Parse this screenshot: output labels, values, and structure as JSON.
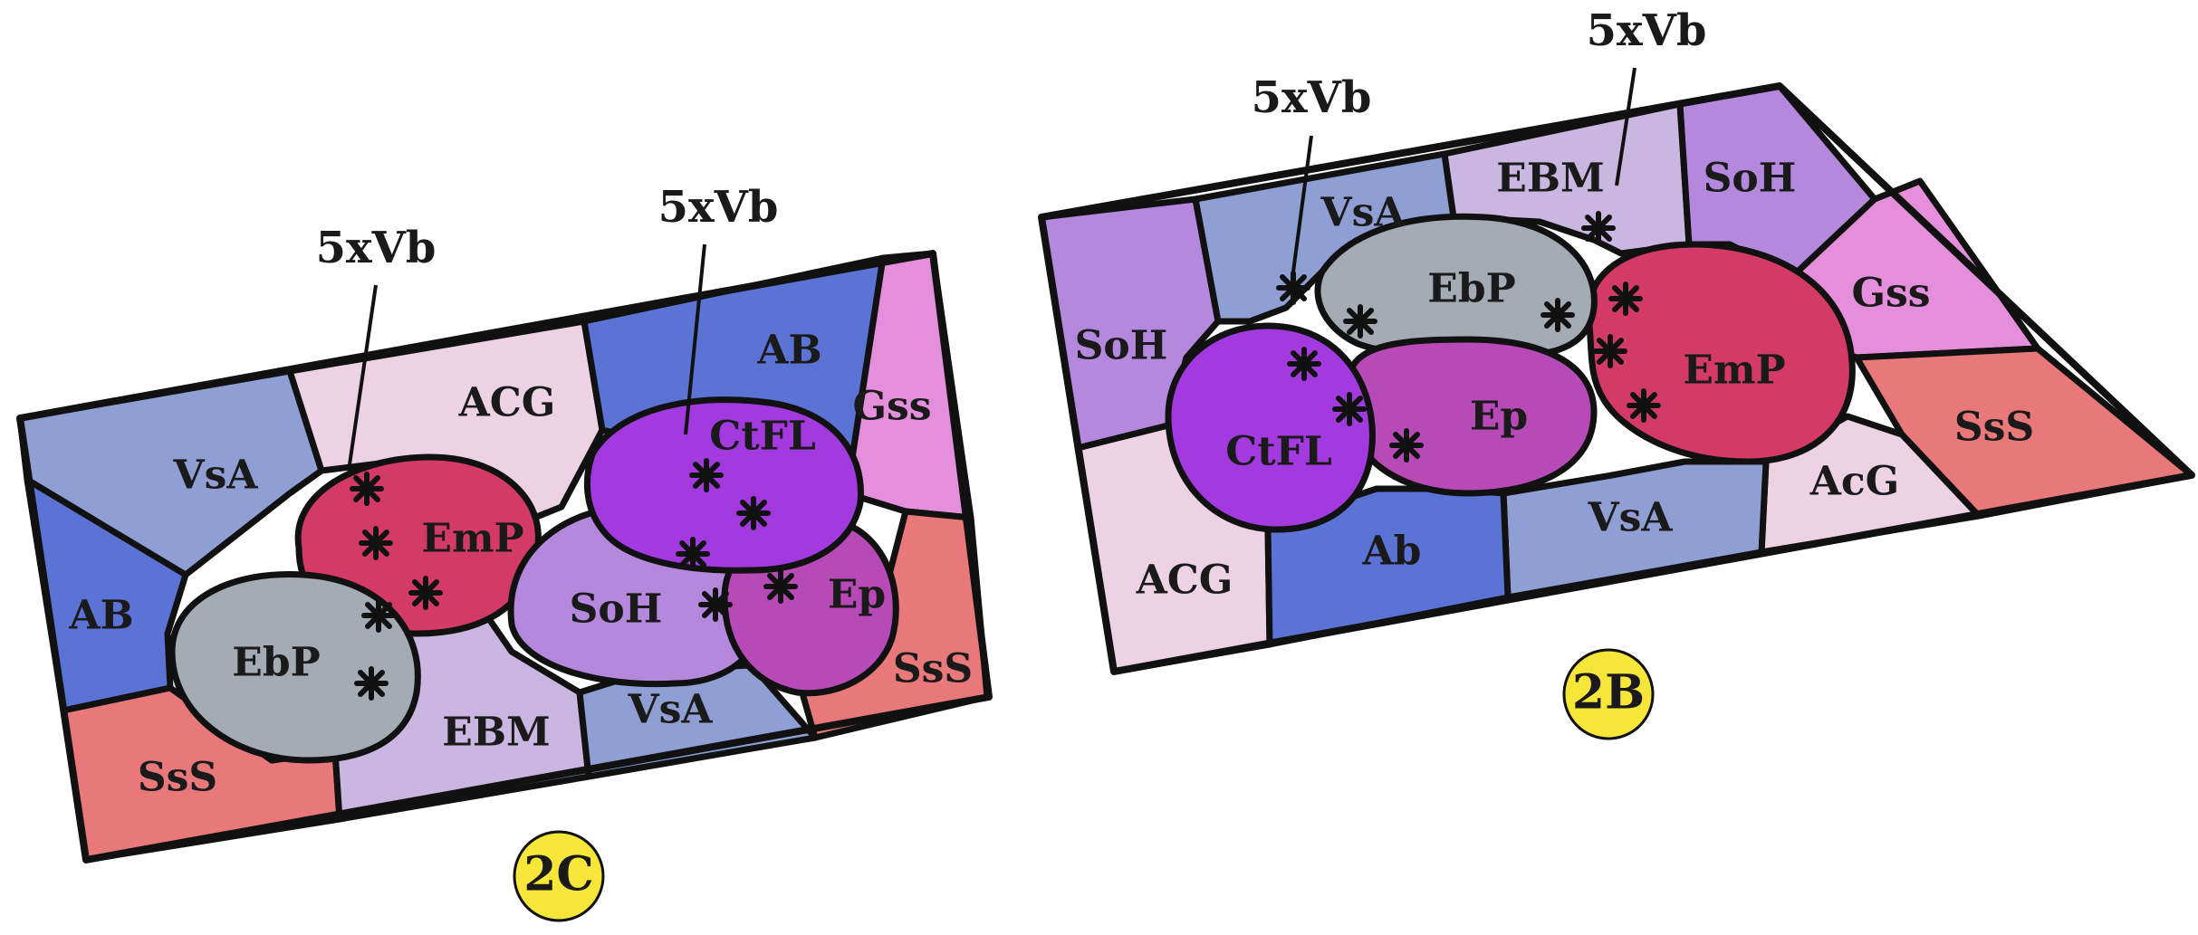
{
  "colors": {
    "blue_gray": "#8f9fd3",
    "blue": "#5b73d4",
    "pale_pink": "#ecd2e2",
    "pale_purple": "#c9b6e1",
    "light_purple": "#b488dd",
    "pink": "#e58fdc",
    "salmon": "#e8787a",
    "red": "#d33a68",
    "gray": "#a4abb3",
    "violet": "#a23ae0",
    "magenta": "#b84ab8",
    "badge": "#f7e63a"
  },
  "panel_2c": {
    "badge": "2C",
    "callout_left": "5xVb",
    "callout_right": "5xVb",
    "regions": {
      "vsa_top": "VsA",
      "ab_left": "AB",
      "acg": "ACG",
      "ab_top": "AB",
      "gss": "Gss",
      "sss_left": "SsS",
      "ebm": "EBM",
      "vsa_bottom": "VsA",
      "sss_right": "SsS"
    },
    "blobs": {
      "emp": "EmP",
      "ebp": "EbP",
      "soh": "SoH",
      "ctfl": "CtFL",
      "ep": "Ep"
    }
  },
  "panel_2b": {
    "badge": "2B",
    "callout_left": "5xVb",
    "callout_right": "5xVb",
    "regions": {
      "soh_left": "SoH",
      "vsa_top": "VsA",
      "ebm": "EBM",
      "soh_right": "SoH",
      "gss": "Gss",
      "sss": "SsS",
      "acg_right": "AcG",
      "vsa_bottom": "VsA",
      "ab": "Ab",
      "acg_left": "ACG"
    },
    "blobs": {
      "ctfl": "CtFL",
      "ebp": "EbP",
      "ep": "Ep",
      "emp": "EmP"
    }
  }
}
